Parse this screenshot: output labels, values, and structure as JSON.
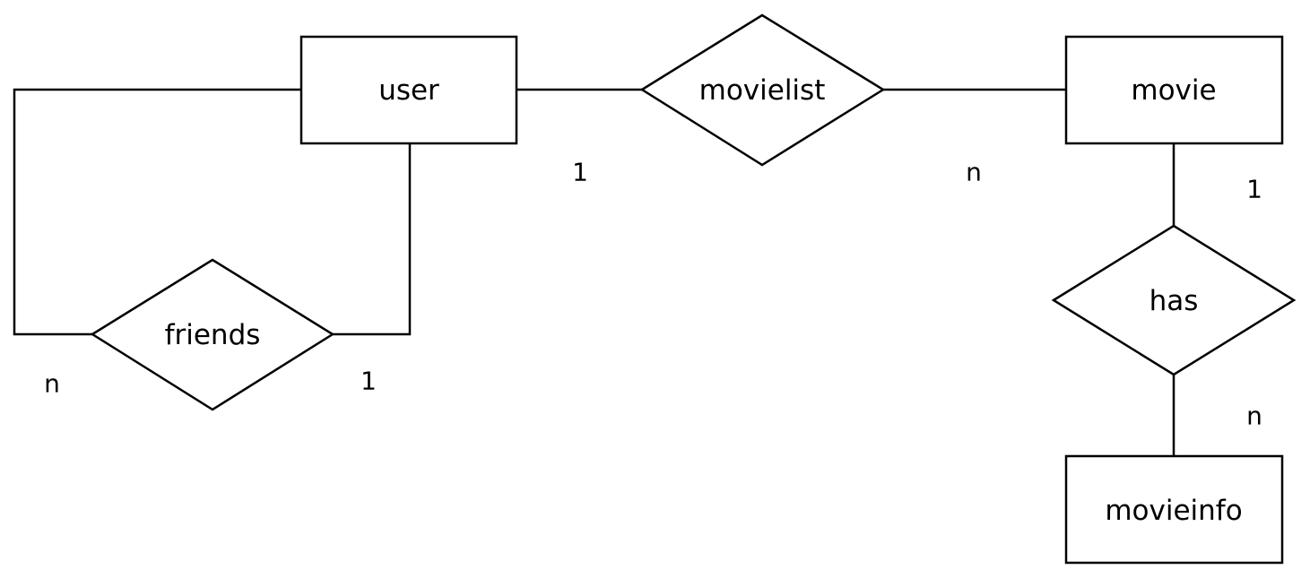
{
  "entities": {
    "user": "user",
    "movie": "movie",
    "movieinfo": "movieinfo"
  },
  "relationships": {
    "movielist": "movielist",
    "friends": "friends",
    "has": "has"
  },
  "cardinalities": {
    "user_movielist": "1",
    "movielist_movie": "n",
    "friends_left": "n",
    "friends_right": "1",
    "movie_has": "1",
    "has_movieinfo": "n"
  }
}
